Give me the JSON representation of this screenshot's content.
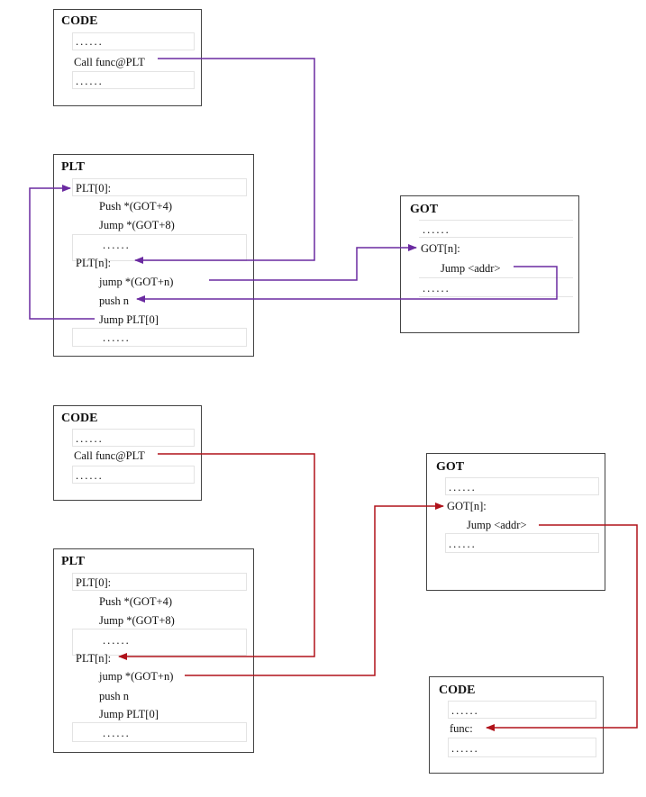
{
  "colors": {
    "purple": "#6a2aa0",
    "red": "#b0121a"
  },
  "diagram1": {
    "code": {
      "title": "CODE",
      "dots1": "......",
      "call": "Call func@PLT",
      "dots2": "......"
    },
    "plt": {
      "title": "PLT",
      "plt0": "PLT[0]:",
      "push_got4": "Push *(GOT+4)",
      "jump_got8": "Jump *(GOT+8)",
      "dots1": "......",
      "pltn": "PLT[n]:",
      "jump_gotn": "jump *(GOT+n)",
      "push_n": "push n",
      "jump_plt0": "Jump PLT[0]",
      "dots2": "......"
    },
    "got": {
      "title": "GOT",
      "dots1": "......",
      "gotn": "GOT[n]:",
      "jump_addr": "Jump <addr>",
      "dots2": "......"
    }
  },
  "diagram2": {
    "code": {
      "title": "CODE",
      "dots1": "......",
      "call": "Call func@PLT",
      "dots2": "......"
    },
    "plt": {
      "title": "PLT",
      "plt0": "PLT[0]:",
      "push_got4": "Push *(GOT+4)",
      "jump_got8": "Jump *(GOT+8)",
      "dots1": "......",
      "pltn": "PLT[n]:",
      "jump_gotn": "jump *(GOT+n)",
      "push_n": "push n",
      "jump_plt0": "Jump PLT[0]",
      "dots2": "......"
    },
    "got": {
      "title": "GOT",
      "dots1": "......",
      "gotn": "GOT[n]:",
      "jump_addr": "Jump <addr>",
      "dots2": "......"
    },
    "code2": {
      "title": "CODE",
      "dots1": "......",
      "func": "func:",
      "dots2": "......"
    }
  }
}
